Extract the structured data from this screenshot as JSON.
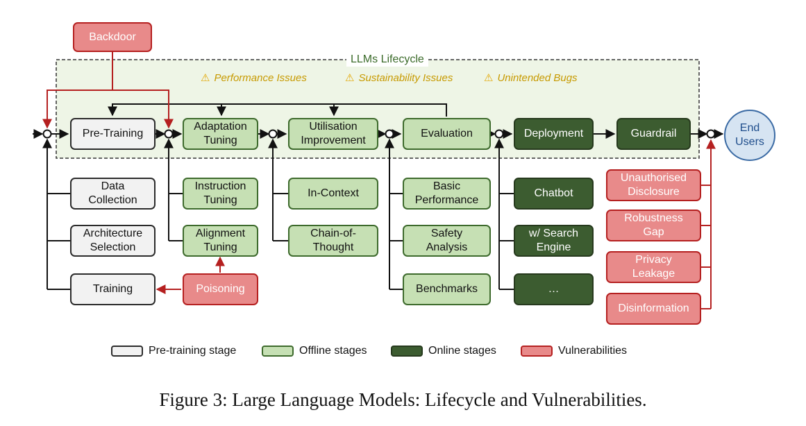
{
  "lifecycle_label": "LLMs Lifecycle",
  "issues": [
    "Performance Issues",
    "Sustainability Issues",
    "Unintended Bugs"
  ],
  "stages": {
    "pre_training": "Pre-Training",
    "adaptation_tuning": "Adaptation\nTuning",
    "utilisation_improvement": "Utilisation\nImprovement",
    "evaluation": "Evaluation",
    "deployment": "Deployment",
    "guardrail": "Guardrail"
  },
  "end_users": "End\nUsers",
  "substeps": {
    "pre_training": [
      "Data\nCollection",
      "Architecture\nSelection",
      "Training"
    ],
    "adaptation": [
      "Instruction\nTuning",
      "Alignment\nTuning"
    ],
    "utilisation": [
      "In-Context",
      "Chain-of-\nThought"
    ],
    "evaluation": [
      "Basic\nPerformance",
      "Safety\nAnalysis",
      "Benchmarks"
    ],
    "deployment": [
      "Chatbot",
      "w/ Search\nEngine",
      "…"
    ]
  },
  "vulnerabilities": {
    "backdoor": "Backdoor",
    "poisoning": "Poisoning",
    "output": [
      "Unauthorised\nDisclosure",
      "Robustness\nGap",
      "Privacy\nLeakage",
      "Disinformation"
    ]
  },
  "legend": [
    "Pre-training stage",
    "Offline stages",
    "Online stages",
    "Vulnerabilities"
  ],
  "caption": "Figure 3: Large Language Models: Lifecycle and Vulnerabilities.",
  "colors": {
    "pre_training_fill": "#f2f2f2",
    "offline_fill": "#c6e0b4",
    "online_fill": "#3c5c30",
    "vulnerability_fill": "#e88a8a",
    "vulnerability_line": "#b52020",
    "lifecycle_text": "#3b6b2a",
    "issue_text": "#c79a00",
    "users_fill": "#d6e4f2"
  }
}
